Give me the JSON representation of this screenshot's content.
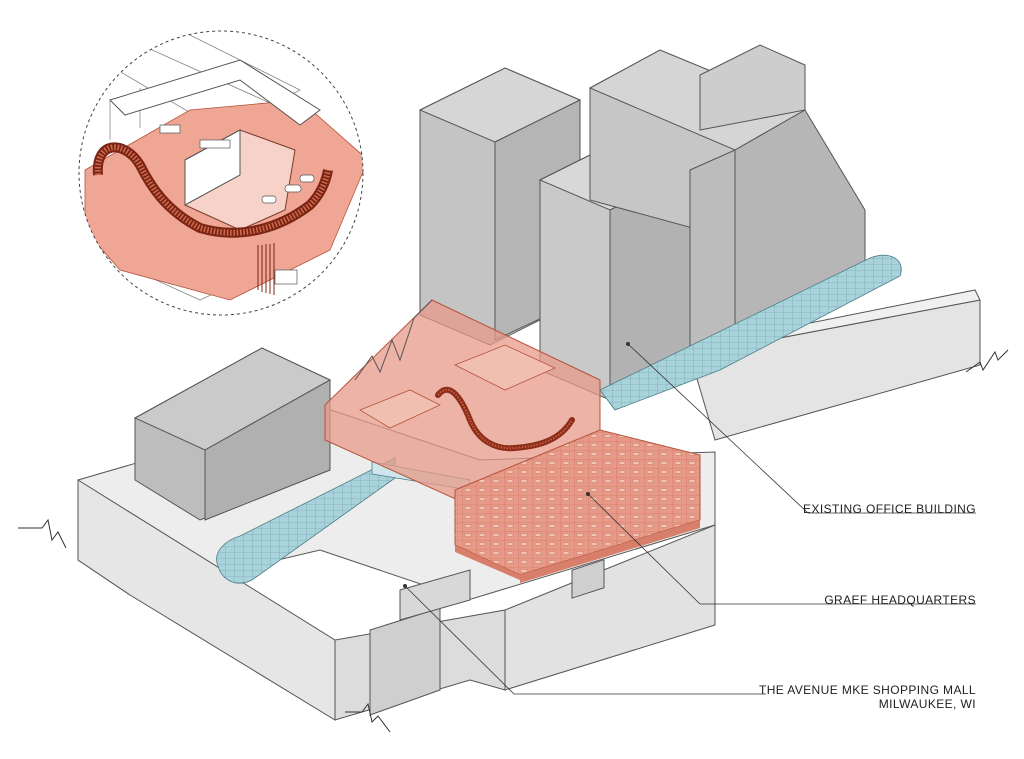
{
  "callouts": {
    "existing_office": "EXISTING OFFICE BUILDING",
    "graef": "GRAEF HEADQUARTERS",
    "mall_line1": "THE AVENUE MKE SHOPPING MALL",
    "mall_line2": "MILWAUKEE, WI"
  },
  "colors": {
    "background": "#ffffff",
    "tower_face_left": "#c8c8c8",
    "tower_face_right": "#b3b3b3",
    "tower_roof": "#d6d6d6",
    "podium_face": "#e6e6e6",
    "podium_roof": "#ededed",
    "graef_highlight": "#e79a88",
    "graef_line": "#b5533c",
    "skylight": "#a9d3db",
    "outline": "#555555"
  },
  "icons": {
    "detail_view": "dashed-circle-magnifier",
    "break_marks": "zigzag-break-line"
  }
}
